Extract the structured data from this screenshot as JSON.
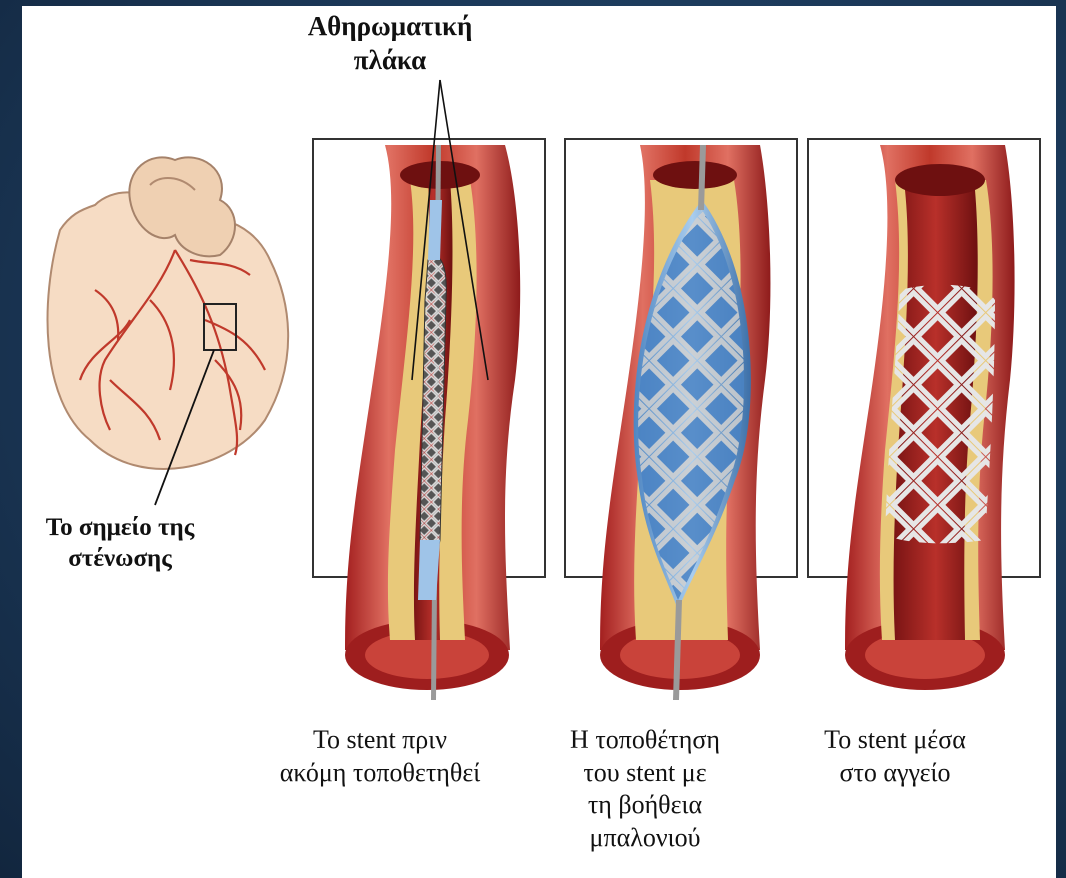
{
  "diagram": {
    "plaque_label_line1": "Αθηρωματική",
    "plaque_label_line2": "πλάκα",
    "stenosis_label_line1": "Το σημείο της",
    "stenosis_label_line2": "στένωσης",
    "captions": [
      {
        "line1": "Το stent πριν",
        "line2": "ακόμη τοποθετηθεί"
      },
      {
        "line1": "Η τοποθέτηση",
        "line2": "του stent με",
        "line3": "τη βοήθεια",
        "line4": "μπαλονιού"
      },
      {
        "line1": "Το stent μέσα",
        "line2": "στο αγγείο"
      }
    ]
  },
  "colors": {
    "slide_background": "#1d3a5c",
    "vessel_wall": "#c0392b",
    "vessel_inner": "#8e1b1b",
    "plaque": "#e8c97a",
    "balloon": "#7fb2e0",
    "stent": "#d8d8d8"
  }
}
